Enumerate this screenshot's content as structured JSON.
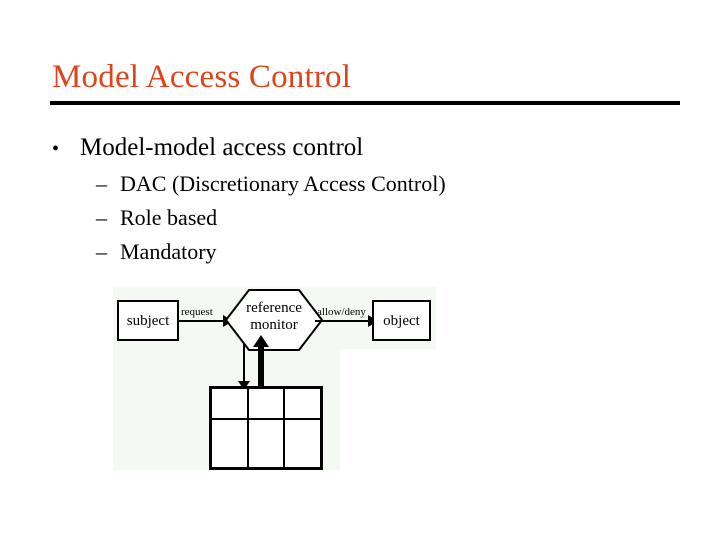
{
  "slide": {
    "title": "Model Access Control",
    "title_color": "#dd4419",
    "rule_color": "#000000",
    "background": "#ffffff"
  },
  "body": {
    "bullets": [
      {
        "level": 1,
        "marker": "•",
        "text": "Model-model access control"
      },
      {
        "level": 2,
        "marker": "–",
        "text": "DAC (Discretionary Access Control)"
      },
      {
        "level": 2,
        "marker": "–",
        "text": "Role based"
      },
      {
        "level": 2,
        "marker": "–",
        "text": "Mandatory"
      }
    ]
  },
  "diagram": {
    "background_tint": "#f5f9f4",
    "stroke_color": "#000000",
    "nodes": {
      "subject": "subject",
      "reference_monitor_line1": "reference",
      "reference_monitor_line2": "monitor",
      "object": "object"
    },
    "edges": {
      "request": "request",
      "allow_deny": "allow/deny"
    },
    "matrix": {
      "columns": 3,
      "rows": 2,
      "header_cells": [
        "",
        "",
        ""
      ],
      "body_cells": [
        "",
        "",
        ""
      ]
    }
  }
}
